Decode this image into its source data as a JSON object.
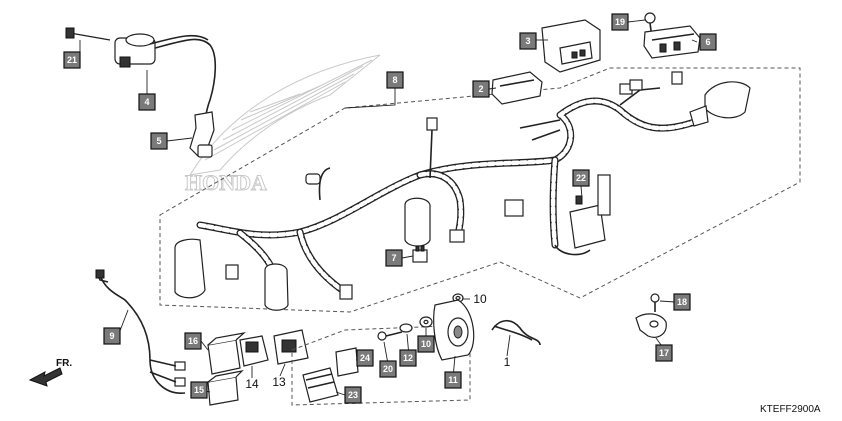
{
  "diagram": {
    "code": "KTEFF2900A",
    "direction_label": "FR.",
    "logo_text": "HONDA"
  },
  "callouts": [
    "21",
    "4",
    "5",
    "3",
    "2",
    "19",
    "6",
    "8",
    "22",
    "7",
    "9",
    "16",
    "15",
    "24",
    "23",
    "20",
    "12",
    "10",
    "11",
    "18",
    "17"
  ],
  "plain_labels": [
    "10",
    "1",
    "14",
    "13"
  ],
  "colors": {
    "callout_fill": "#7a7a7a",
    "line": "#222222",
    "logo_watermark": "#c9c9c9"
  }
}
